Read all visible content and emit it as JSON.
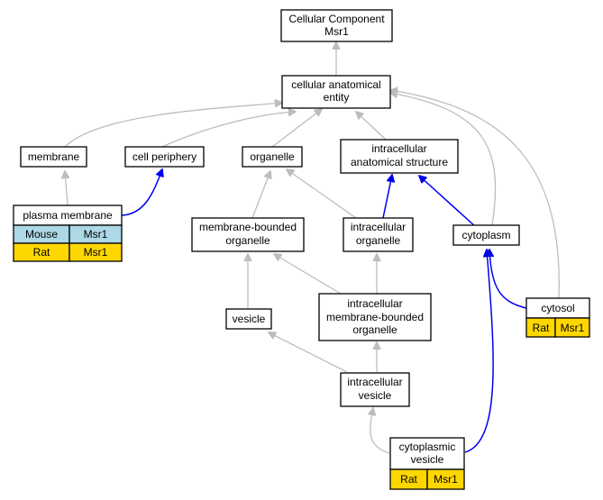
{
  "nodes": {
    "root": {
      "lines": [
        "Cellular Component",
        "Msr1"
      ]
    },
    "cae": {
      "lines": [
        "cellular anatomical",
        "entity"
      ]
    },
    "membrane": {
      "lines": [
        "membrane"
      ]
    },
    "cell_periphery": {
      "lines": [
        "cell periphery"
      ]
    },
    "organelle": {
      "lines": [
        "organelle"
      ]
    },
    "ias": {
      "lines": [
        "intracellular",
        "anatomical structure"
      ]
    },
    "plasma_membrane": {
      "lines": [
        "plasma membrane"
      ]
    },
    "mbo": {
      "lines": [
        "membrane-bounded",
        "organelle"
      ]
    },
    "io": {
      "lines": [
        "intracellular",
        "organelle"
      ]
    },
    "cytoplasm": {
      "lines": [
        "cytoplasm"
      ]
    },
    "vesicle": {
      "lines": [
        "vesicle"
      ]
    },
    "imbo": {
      "lines": [
        "intracellular",
        "membrane-bounded",
        "organelle"
      ]
    },
    "cytosol": {
      "lines": [
        "cytosol"
      ]
    },
    "iv": {
      "lines": [
        "intracellular",
        "vesicle"
      ]
    },
    "cv": {
      "lines": [
        "cytoplasmic",
        "vesicle"
      ]
    }
  },
  "annotations": {
    "plasma_membrane": [
      {
        "species": "Mouse",
        "gene": "Msr1"
      },
      {
        "species": "Rat",
        "gene": "Msr1"
      }
    ],
    "cytosol": [
      {
        "species": "Rat",
        "gene": "Msr1"
      }
    ],
    "cv": [
      {
        "species": "Rat",
        "gene": "Msr1"
      }
    ]
  },
  "colors": {
    "mouse": "#add8e6",
    "rat": "#ffd700",
    "annotated_edge": "#0000ee",
    "is_a_edge": "#bdbdbd"
  }
}
